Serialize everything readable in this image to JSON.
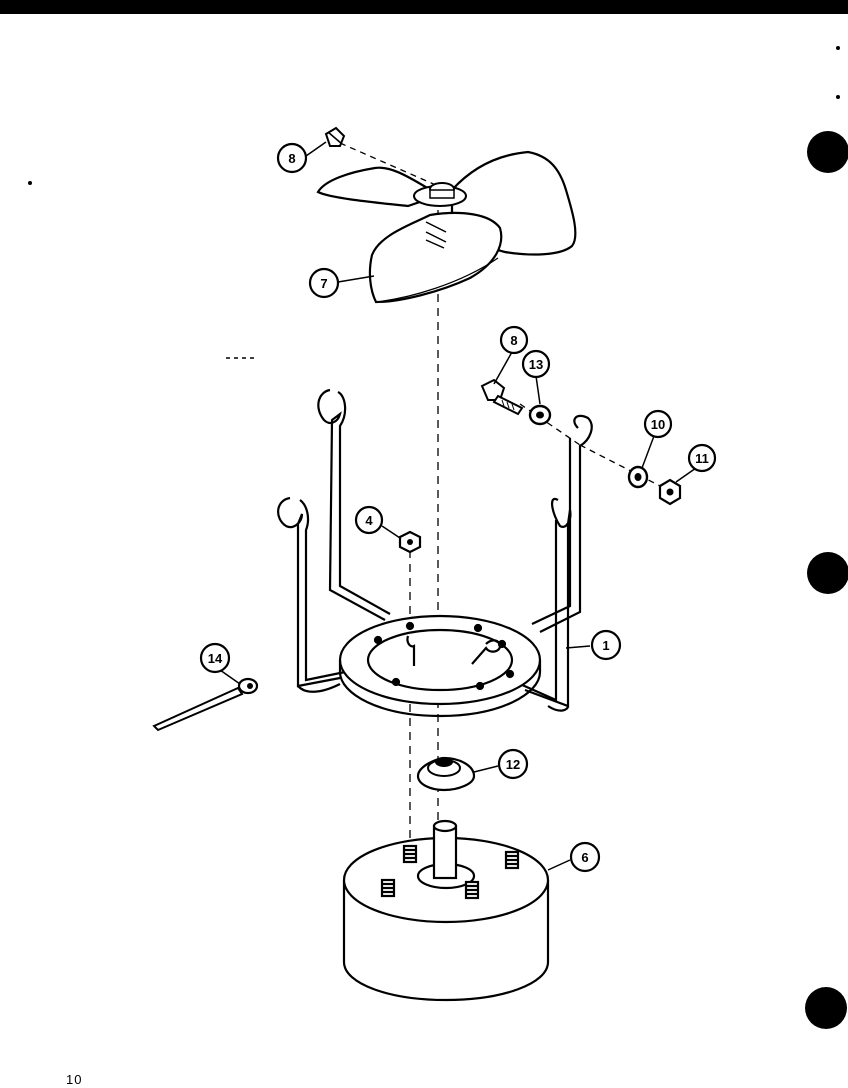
{
  "callouts": {
    "screw_top": "8",
    "fan_blade": "7",
    "bolt": "8",
    "washer_13": "13",
    "washer_10": "10",
    "nut_11": "11",
    "nut_4": "4",
    "bracket": "1",
    "pin": "14",
    "rubber_mount": "12",
    "motor": "6"
  },
  "page": {
    "number": "10"
  },
  "colors": {
    "ink": "#000000",
    "paper": "#ffffff"
  }
}
